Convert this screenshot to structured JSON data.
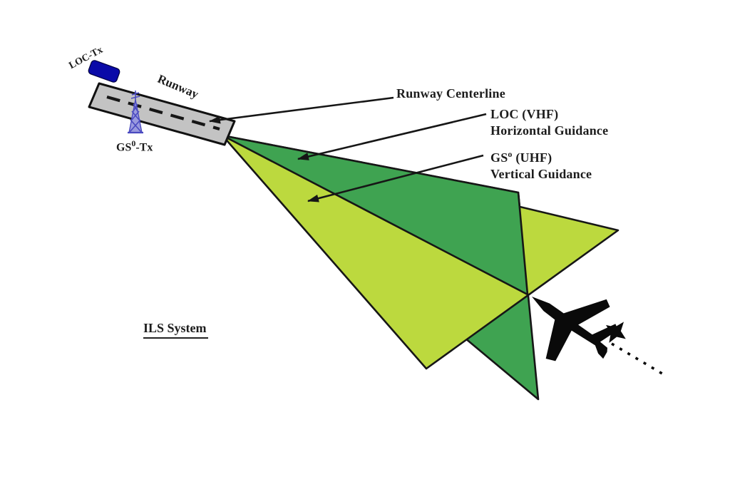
{
  "title": "ILS System diagram",
  "labels": {
    "runway_centerline": "Runway Centerline",
    "loc": {
      "line1": "LOC (VHF)",
      "line2": "Horizontal Guidance"
    },
    "gs_uhf": {
      "base": "GS",
      "sup": "o",
      "rest": " (UHF)",
      "line2": "Vertical Guidance"
    },
    "runway": "Runway",
    "loc_tx": "LOC-Tx",
    "gs_tx": {
      "base": "GS",
      "sup": "0",
      "rest": "-Tx"
    },
    "ils_system": "ILS System"
  },
  "colors": {
    "loc_beam_dark_green": "#3FA351",
    "gs_beam_light_green": "#BCD93E",
    "runway_gray": "#C3C3C3",
    "loc_transmitter_blue": "#0A0AA8",
    "gs_tower_fill": "#9a9ade",
    "airplane_black": "#0a0a0a",
    "line_black": "#161616"
  },
  "legend_arrows": [
    {
      "name": "runway-centerline-arrow",
      "points_to": "runway centerline"
    },
    {
      "name": "loc-arrow",
      "points_to": "LOC horizontal guidance beam"
    },
    {
      "name": "gs-arrow",
      "points_to": "GS vertical guidance beam"
    }
  ]
}
